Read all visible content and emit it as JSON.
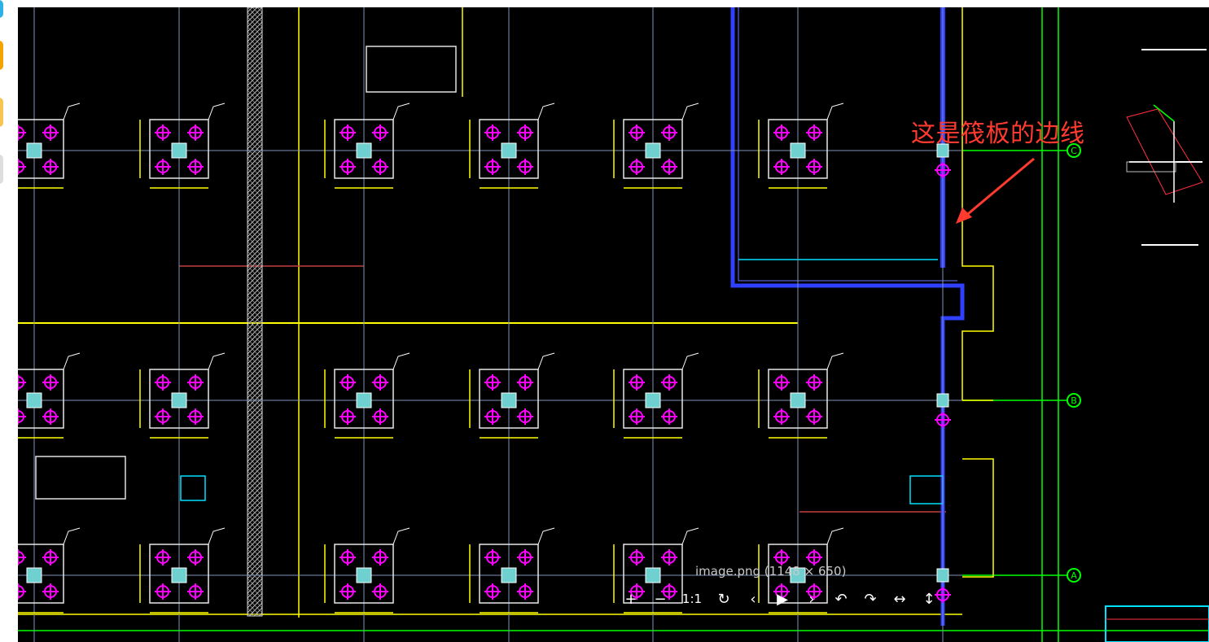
{
  "annotation": {
    "text": "这是筏板的边线",
    "color": "#ff3b30"
  },
  "viewer": {
    "caption": "image.png (1148 × 650)",
    "toolbar": {
      "zoom_in_icon": "+",
      "zoom_out_icon": "−",
      "actual_size_label": "1:1",
      "refresh_icon": "↻",
      "prev_icon": "‹",
      "play_icon": "▶",
      "next_icon": "›",
      "rotate_left_icon": "↶",
      "rotate_right_icon": "↷",
      "flip_horizontal_icon": "↔",
      "flip_vertical_icon": "↕"
    }
  },
  "grid_axis_labels": [
    "C",
    "B",
    "A"
  ],
  "colors": {
    "background": "#000000",
    "grid_line": "#7f95b8",
    "pile_cap": "#e8e8e8",
    "pile_symbol": "#ff00ff",
    "column": "#6fd0d0",
    "dimension": "#ffff00",
    "axis_green": "#00ff00",
    "raft_edge": "#3040ff",
    "beam_red": "#c04040",
    "cyan": "#00e0ff"
  }
}
